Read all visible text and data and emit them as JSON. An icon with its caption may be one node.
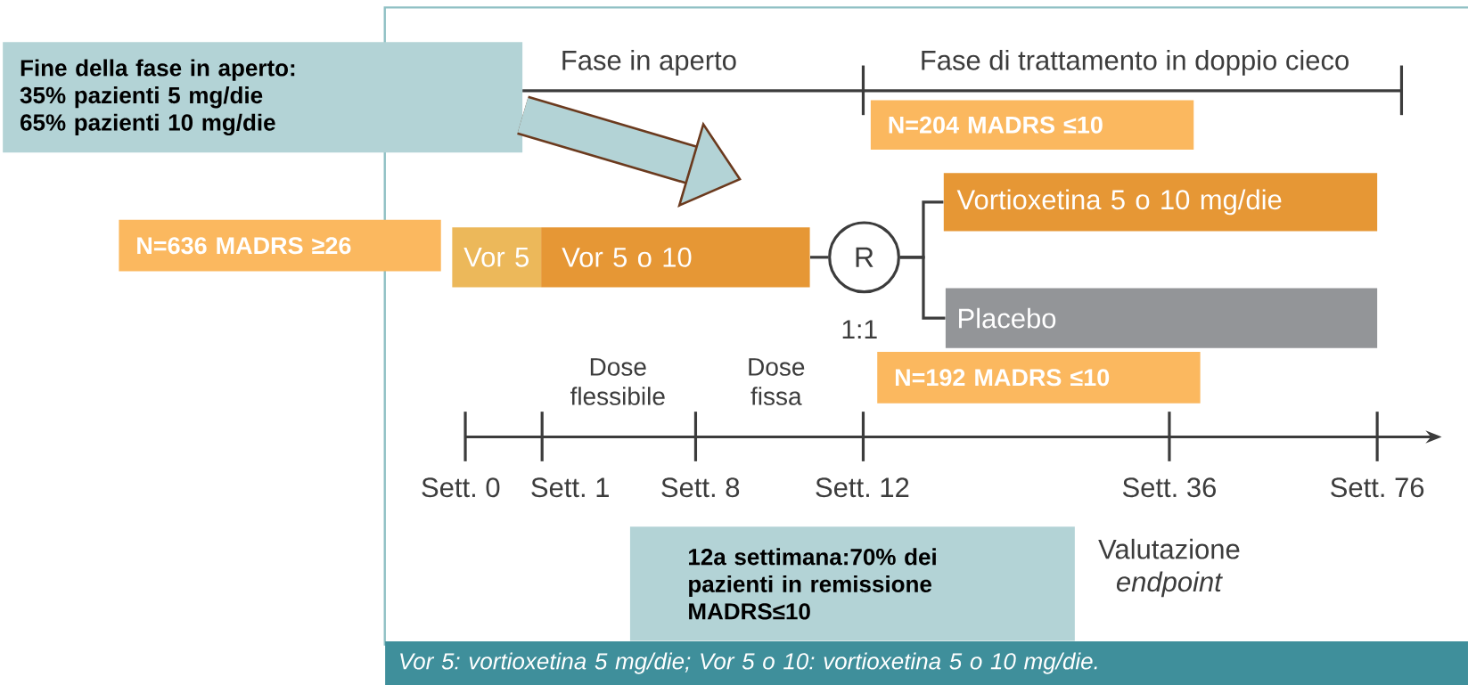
{
  "diagram": {
    "nodes": [
      {
        "text": [
          "Fine della fase in aperto:",
          "35% pazienti 5 mg/die",
          "65% pazienti 10 mg/die"
        ]
      },
      {
        "text": [
          "N=204 MADRS ≤10"
        ]
      },
      {
        "text": [
          "N=636 MADRS ≥26"
        ]
      },
      {
        "text": [
          "Vor 5"
        ]
      },
      {
        "text": [
          "Vor 5 o 10"
        ]
      },
      {
        "text": [
          "R"
        ]
      },
      {
        "text": [
          "Vortioxetina 5 o 10 mg/die"
        ]
      },
      {
        "text": [
          "Placebo"
        ]
      },
      {
        "text": [
          "N=192 MADRS ≤10"
        ]
      },
      {
        "text": [
          "12a settimana:70% dei pazienti in remissione MADRS≤10"
        ]
      }
    ],
    "edges": [
      {
        "from": 0,
        "to": null,
        "arrow": "to",
        "style": "thick",
        "color": "#6b3a1e"
      },
      {
        "from": 4,
        "to": 5,
        "arrow": "none"
      },
      {
        "from": 5,
        "to": 6,
        "arrow": "none"
      },
      {
        "from": 5,
        "to": 7,
        "arrow": "none"
      }
    ],
    "labels": [
      "Fase in aperto",
      "Fase di trattamento in doppio cieco",
      "1:1",
      "Dose flessibile",
      "Dose fissa",
      "Sett. 0",
      "Sett. 1",
      "Sett. 8",
      "Sett. 12",
      "Sett. 36",
      "Sett. 76",
      "Valutazione *endpoint*",
      "Vor 5: vortioxetina 5 mg/die; Vor 5 o 10: vortioxetina 5 o 10 mg/die."
    ]
  }
}
